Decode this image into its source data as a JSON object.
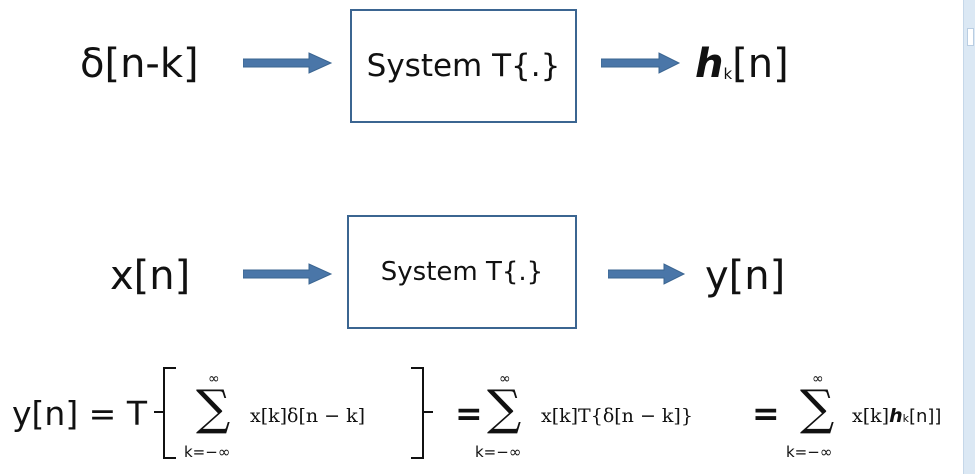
{
  "row1": {
    "input": "δ[n-k]",
    "system": "System T{.}",
    "output_main": "h",
    "output_sub": "k",
    "output_tail": "[n]"
  },
  "row2": {
    "input": "x[n]",
    "system": "System T{.}",
    "output": "y[n]"
  },
  "equation": {
    "lhs": "y[n] = T",
    "sum1": "∑",
    "sum1_upper": "∞",
    "sum1_lower": "k=−∞",
    "term1": "x[k]δ[n − k]",
    "eq2": "=",
    "sum2": "∑",
    "sum2_upper": "∞",
    "sum2_lower": "k=−∞",
    "term2": "x[k]T{δ[n − k]}",
    "eq3": "=",
    "sum3": "∑",
    "sum3_upper": "∞",
    "sum3_lower": "k=−∞",
    "term3_a": "x[k]",
    "term3_h": "h",
    "term3_sub": "k",
    "term3_tail": "[n]]"
  },
  "colors": {
    "arrow": "#4a76a8",
    "box_border": "#3b6591"
  }
}
